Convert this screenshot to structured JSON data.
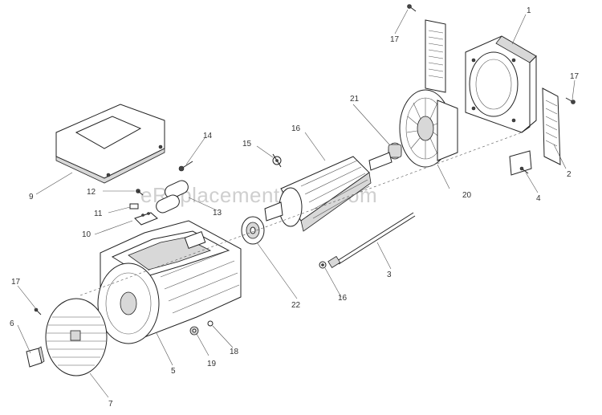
{
  "watermark": "eReplacementParts.com",
  "callouts": {
    "c1": "1",
    "c2": "2",
    "c3": "3",
    "c4": "4",
    "c5": "5",
    "c6": "6",
    "c7": "7",
    "c9": "9",
    "c10": "10",
    "c11": "11",
    "c12": "12",
    "c13": "13",
    "c14": "14",
    "c15": "15",
    "c16a": "16",
    "c16b": "16",
    "c17a": "17",
    "c17b": "17",
    "c17c": "17",
    "c18": "18",
    "c19": "19",
    "c20": "20",
    "c21": "21",
    "c22": "22"
  }
}
